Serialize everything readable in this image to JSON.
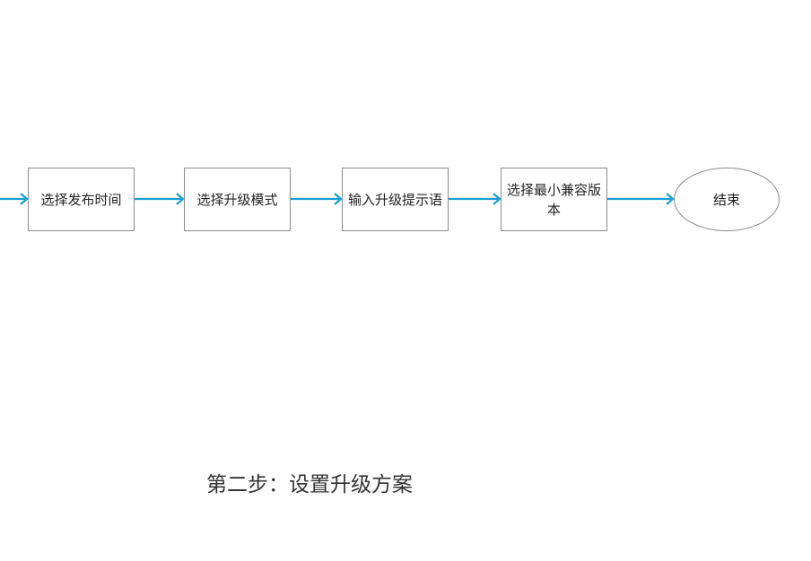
{
  "flow": {
    "nodes": [
      {
        "label": "选择发布时间",
        "shape": "rect"
      },
      {
        "label": "选择升级模式",
        "shape": "rect"
      },
      {
        "label": "输入升级提示语",
        "shape": "rect"
      },
      {
        "label": "选择最小兼容版本",
        "shape": "rect"
      },
      {
        "label": "结束",
        "shape": "ellipse"
      }
    ],
    "arrow_color": "#1a9fd0"
  },
  "caption": "第二步：设置升级方案"
}
